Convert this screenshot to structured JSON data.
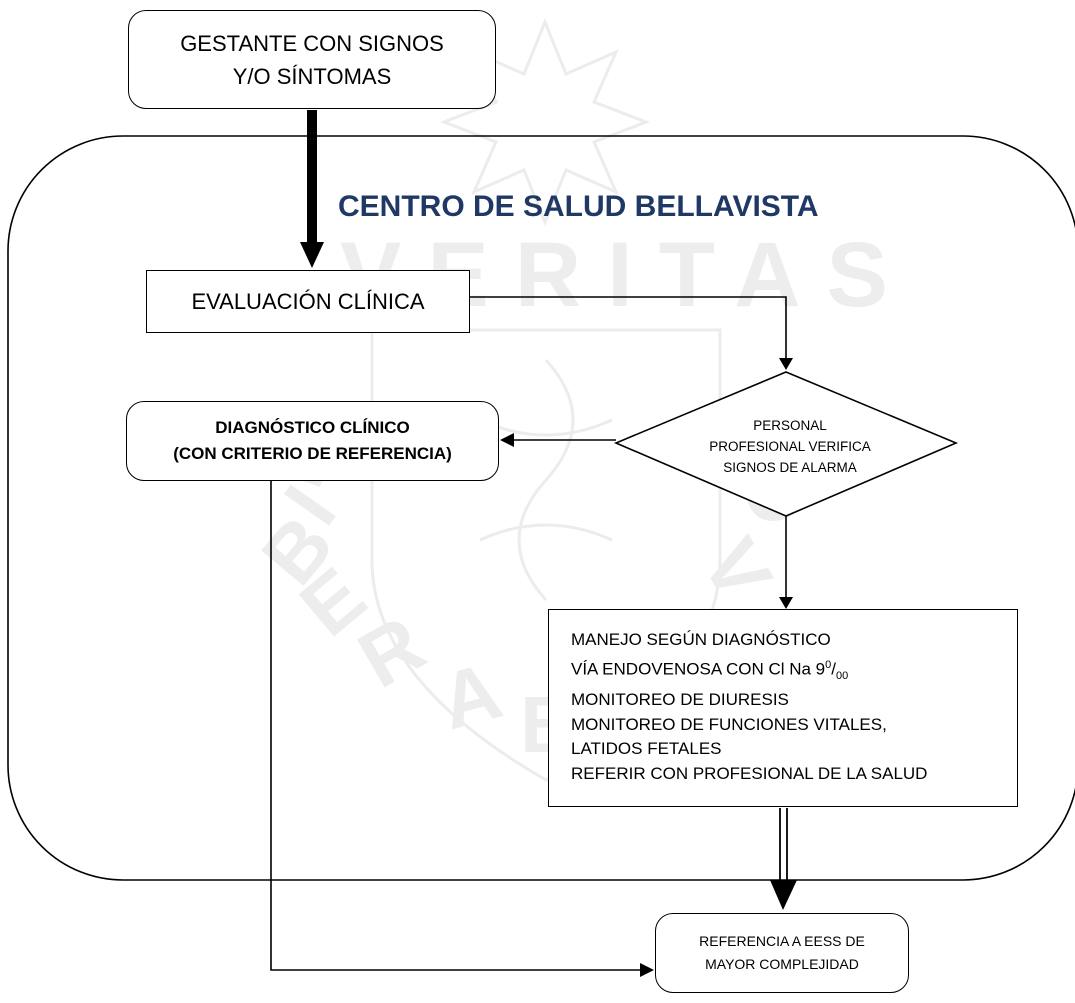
{
  "diagram": {
    "title": "CENTRO DE SALUD BELLAVISTA",
    "watermark_text": "VERITAS LIBERABIT VOS",
    "nodes": {
      "start": [
        "GESTANTE CON SIGNOS",
        "Y/O SÍNTOMAS"
      ],
      "evaluation": "EVALUACIÓN CLÍNICA",
      "decision": [
        "PERSONAL",
        "PROFESIONAL VERIFICA",
        "SIGNOS DE ALARMA"
      ],
      "diagnosis": [
        "DIAGNÓSTICO CLÍNICO",
        "(CON CRITERIO DE REFERENCIA)"
      ],
      "management": {
        "line1": "MANEJO SEGÚN DIAGNÓSTICO",
        "line2_text": "VÍA ENDOVENOSA CON Cl Na  9",
        "line2_sup": "0",
        "line2_slash": "/",
        "line2_sub": "00",
        "line3": "MONITOREO DE DIURESIS",
        "line4": "MONITOREO DE FUNCIONES VITALES,",
        "line5": "LATIDOS FETALES",
        "line6": "REFERIR CON PROFESIONAL DE LA  SALUD"
      },
      "referral": [
        "REFERENCIA A EESS DE",
        "MAYOR COMPLEJIDAD"
      ]
    }
  }
}
